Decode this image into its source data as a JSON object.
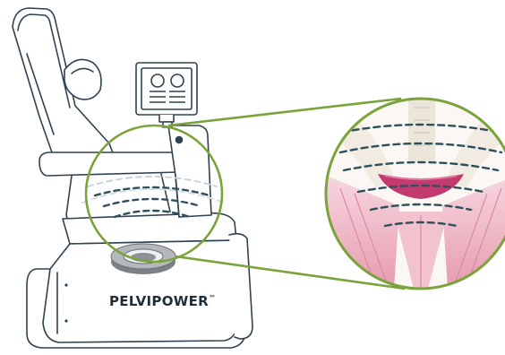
{
  "illustration": {
    "brand": {
      "name": "PELVIPOWER",
      "trademark": "™"
    },
    "colors": {
      "outline": "#2f4250",
      "accent_green": "#7aa33a",
      "wave_dashes": "#2f4f5c",
      "muscle_pink": "#e8a6b6",
      "muscle_dark_pink": "#c23a6e",
      "bone": "#f0ece0",
      "coil_gray": "#9a9ea3"
    },
    "icons": [
      "therapy-chair",
      "control-monitor",
      "magnetic-coil",
      "magnifier-lens",
      "pelvic-floor-muscle",
      "magnetic-wave"
    ]
  }
}
